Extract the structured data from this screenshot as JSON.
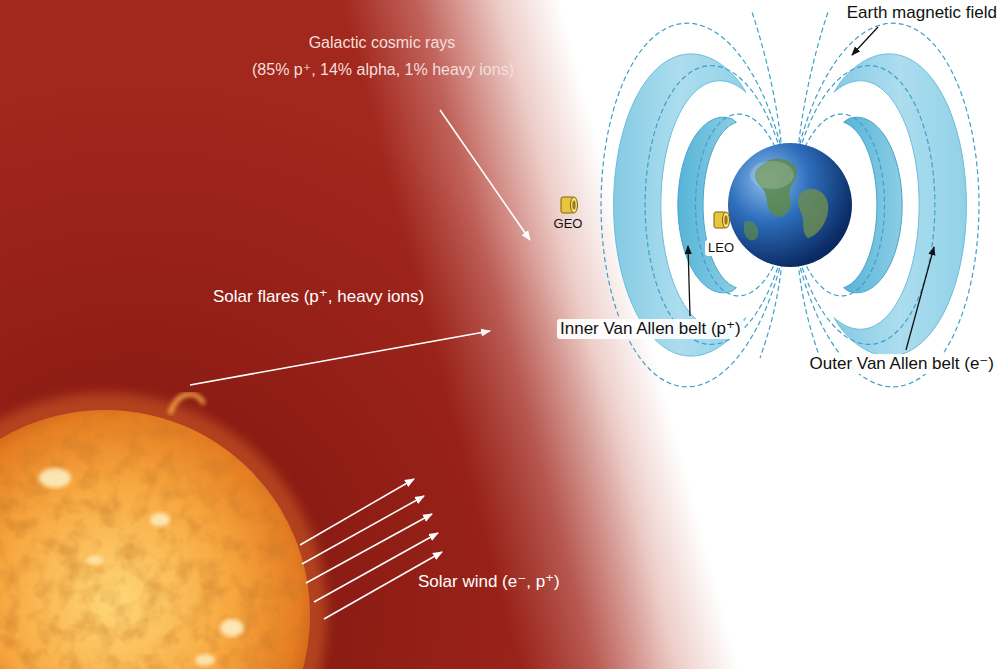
{
  "diagram": {
    "labels": [
      "Galactic cosmic rays",
      "(85% p⁺, 14% alpha, 1% heavy ions)",
      "Earth magnetic field",
      "GEO",
      "LEO",
      "Solar flares (p⁺, heavy ions)",
      "Inner Van Allen belt (p⁺)",
      "Outer Van Allen belt (e⁻)",
      "Solar wind (e⁻, p⁺)"
    ]
  }
}
